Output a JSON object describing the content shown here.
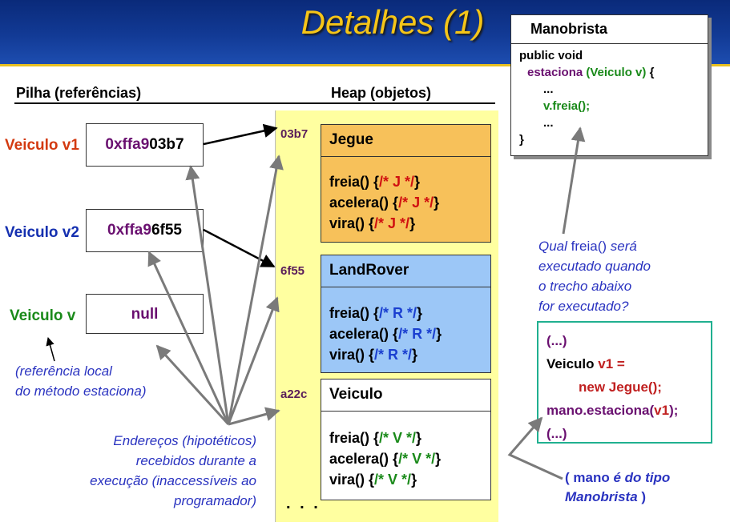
{
  "title": "Detalhes (1)",
  "stack_header": "Pilha (referências)",
  "heap_header": "Heap (objetos)",
  "variables": [
    {
      "label": "Veiculo v1",
      "ref_prefix": "0xffa9",
      "ref_suffix": "03b7",
      "color": "#d33a10"
    },
    {
      "label": "Veiculo v2",
      "ref_prefix": "0xffa9",
      "ref_suffix": "6f55",
      "color": "#1530b0"
    },
    {
      "label": "Veiculo v",
      "ref_value": "null",
      "color": "#1a8a1a"
    }
  ],
  "local_note": [
    "(referência local",
    "do método estaciona)"
  ],
  "address_note": [
    "Endereços (hipotéticos)",
    "recebidos durante a",
    "execução (inaccessíveis ao",
    "programador)"
  ],
  "heap_objects": [
    {
      "addr": "03b7",
      "name": "Jegue",
      "fill": "#f7c15a",
      "methods": [
        [
          "freia() {",
          "/* J */",
          "}"
        ],
        [
          "acelera() {",
          "/* J */",
          "}"
        ],
        [
          "vira() {",
          "/* J */",
          "}"
        ]
      ]
    },
    {
      "addr": "6f55",
      "name": "LandRover",
      "fill": "#9cc7f7",
      "methods": [
        [
          "freia() {",
          "/* R */",
          "}"
        ],
        [
          "acelera() {",
          "/* R */",
          "}"
        ],
        [
          "vira() {",
          "/* R */",
          "}"
        ]
      ]
    },
    {
      "addr": "a22c",
      "name": "Veiculo",
      "fill": "#ffffff",
      "methods": [
        [
          "freia() {",
          "/* V */",
          "}"
        ],
        [
          "acelera() {",
          "/* V */",
          "}"
        ],
        [
          "vira() {",
          "/* V */",
          "}"
        ]
      ]
    }
  ],
  "heap_ellipsis": ". . .",
  "manobrista": {
    "title": "Manobrista",
    "line1": "public void",
    "line2_name": "estaciona",
    "line2_params": "(Veiculo v)",
    "line2_brace": "{",
    "line3": "...",
    "line4": "v.freia();",
    "line5": "...",
    "line6": "}"
  },
  "question": {
    "w1": "Qual",
    "w2": "freia()",
    "w3": "será",
    "lines": [
      "executado quando",
      "o trecho abaixo",
      "for executado?"
    ]
  },
  "code": {
    "l1": "(...)",
    "l2a": "Veiculo",
    "l2b": "v1 =",
    "l3": "new Jegue();",
    "l4a": "mano.estaciona(",
    "l4b": "v1",
    "l4c": ");",
    "l5": "(...)"
  },
  "mano_note": {
    "a": "( mano",
    "b": "é do tipo",
    "c": "Manobrista",
    "d": ")"
  },
  "colors": {
    "title": "#f5c518",
    "banner": "#123a95",
    "heap_strip": "#ffffa0",
    "teal_border": "#20b090"
  }
}
